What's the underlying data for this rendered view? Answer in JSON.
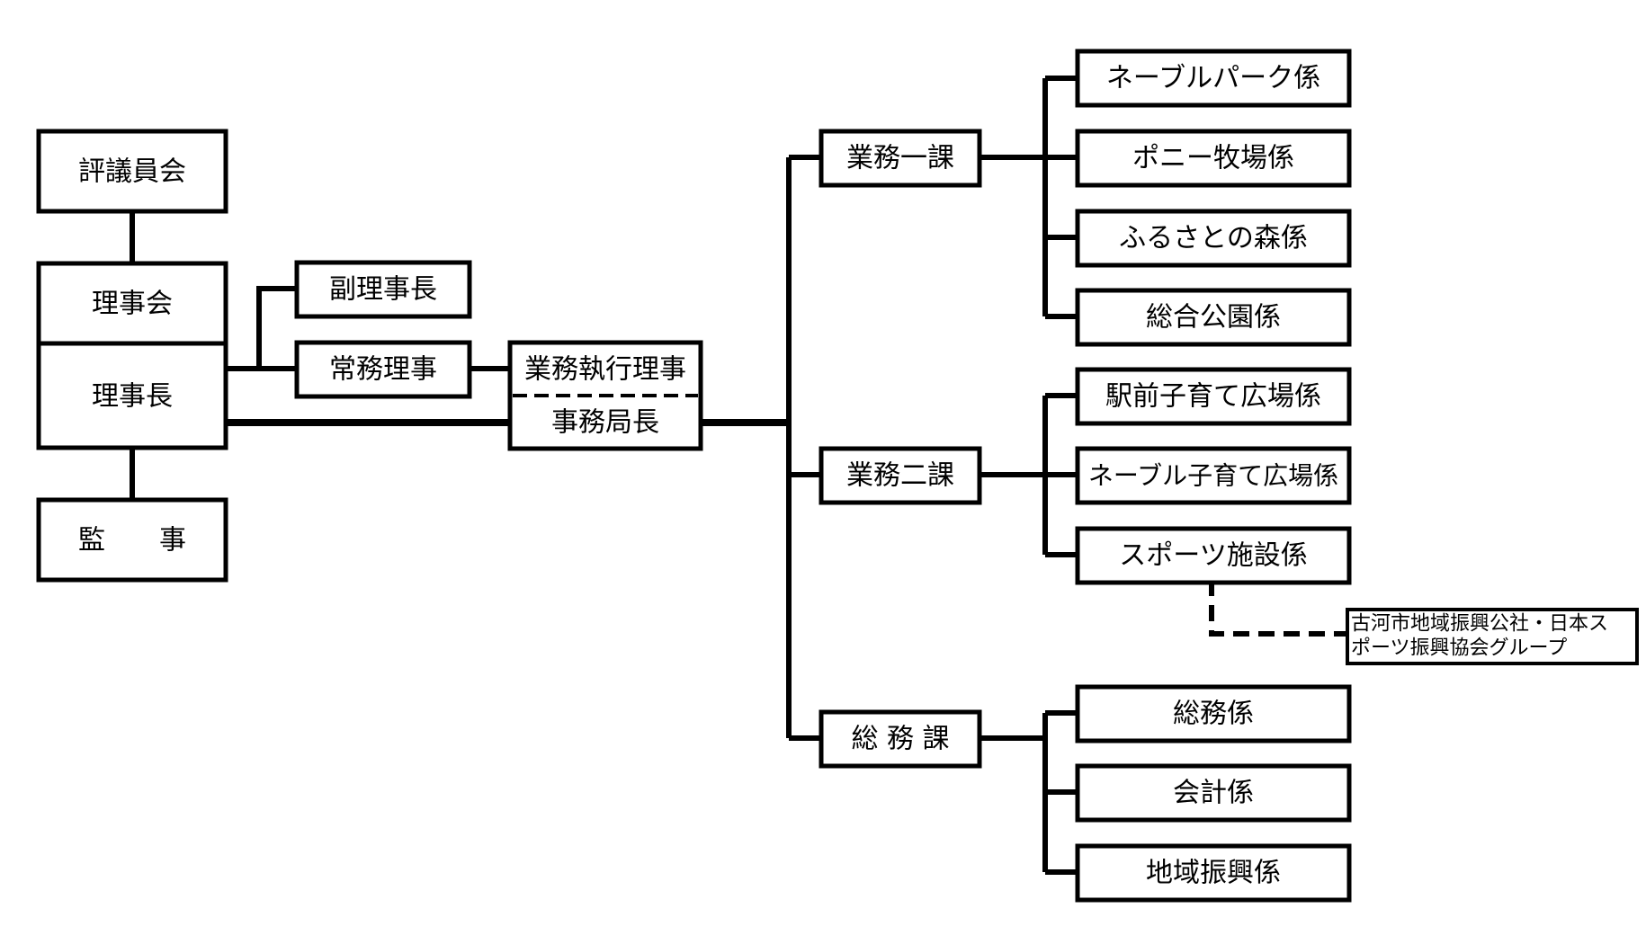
{
  "org": {
    "council": "評議員会",
    "board": "理事会",
    "chairman": "理事長",
    "auditor": "監　　事",
    "vice_chairman": "副理事長",
    "managing_director": "常務理事",
    "executive_director": "業務執行理事",
    "secretary_general": "事務局長",
    "div1": "業務一課",
    "div2": "業務二課",
    "div3": "総 務 課",
    "div1_sections": [
      "ネーブルパーク係",
      "ポニー牧場係",
      "ふるさとの森係",
      "総合公園係"
    ],
    "div2_sections": [
      "駅前子育て広場係",
      "ネーブル子育て広場係",
      "スポーツ施設係"
    ],
    "div3_sections": [
      "総務係",
      "会計係",
      "地域振興係"
    ],
    "partner_line1": "古河市地域振興公社・日本ス",
    "partner_line2": "ポーツ振興協会グループ"
  },
  "colors": {
    "stroke": "#000000",
    "fill": "#ffffff"
  }
}
